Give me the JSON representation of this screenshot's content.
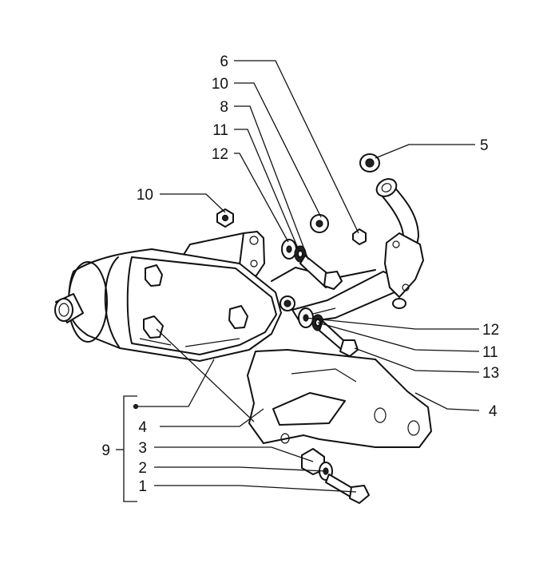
{
  "callouts": [
    {
      "id": "c6",
      "text": "6"
    },
    {
      "id": "c10a",
      "text": "10"
    },
    {
      "id": "c8",
      "text": "8"
    },
    {
      "id": "c11a",
      "text": "11"
    },
    {
      "id": "c12a",
      "text": "12"
    },
    {
      "id": "c10b",
      "text": "10"
    },
    {
      "id": "c5",
      "text": "5"
    },
    {
      "id": "c12b",
      "text": "12"
    },
    {
      "id": "c11b",
      "text": "11"
    },
    {
      "id": "c13",
      "text": "13"
    },
    {
      "id": "c4a",
      "text": "4"
    },
    {
      "id": "c9",
      "text": "9"
    },
    {
      "id": "c4b",
      "text": "4"
    },
    {
      "id": "c3",
      "text": "3"
    },
    {
      "id": "c2",
      "text": "2"
    },
    {
      "id": "c1",
      "text": "1"
    }
  ]
}
